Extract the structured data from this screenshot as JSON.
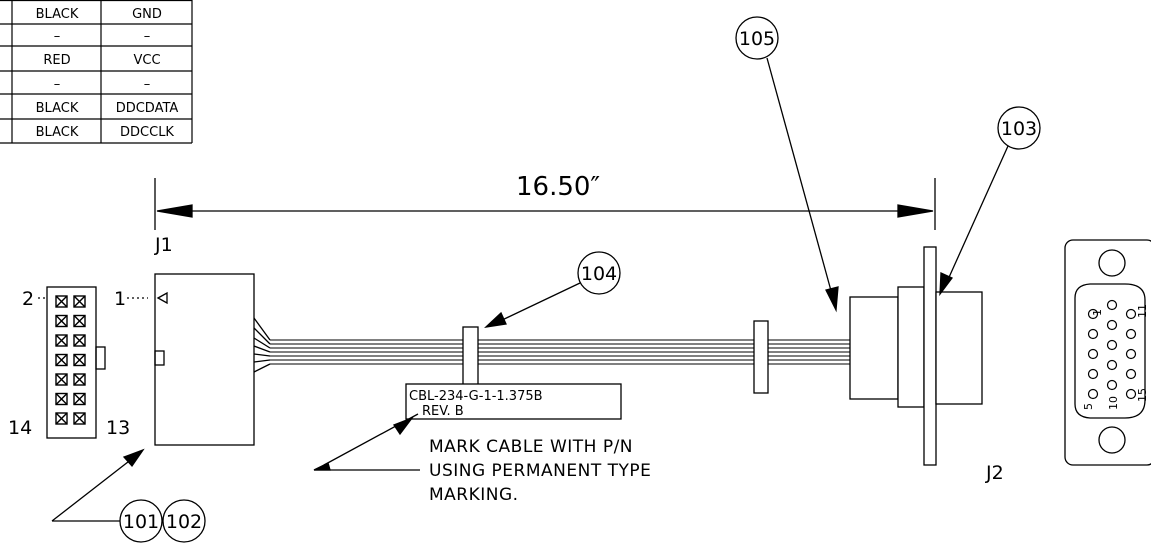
{
  "pin_table": {
    "rows": [
      {
        "color": "BLACK",
        "signal": "GND"
      },
      {
        "color": "–",
        "signal": "–"
      },
      {
        "color": "RED",
        "signal": "VCC"
      },
      {
        "color": "–",
        "signal": "–"
      },
      {
        "color": "BLACK",
        "signal": "DDCDATA"
      },
      {
        "color": "BLACK",
        "signal": "DDCCLK"
      }
    ]
  },
  "dimension": "16.50″",
  "connector_labels": {
    "j1": "J1",
    "j2": "J2"
  },
  "j1_pins": {
    "top_left": "2",
    "top_right": "1",
    "bottom_left": "14",
    "bottom_right": "13"
  },
  "balloons": {
    "b101": "101",
    "b102": "102",
    "b103": "103",
    "b104": "104",
    "b105": "105"
  },
  "part_label": {
    "part_number": "CBL-234-G-1-1.375B",
    "revision": "REV. B"
  },
  "note_lines": [
    "MARK CABLE WITH P/N",
    "USING PERMANENT TYPE",
    "MARKING."
  ],
  "dsub_pins": {
    "p1": "1",
    "p5": "5",
    "p10": "10",
    "p11": "11",
    "p15": "15"
  }
}
